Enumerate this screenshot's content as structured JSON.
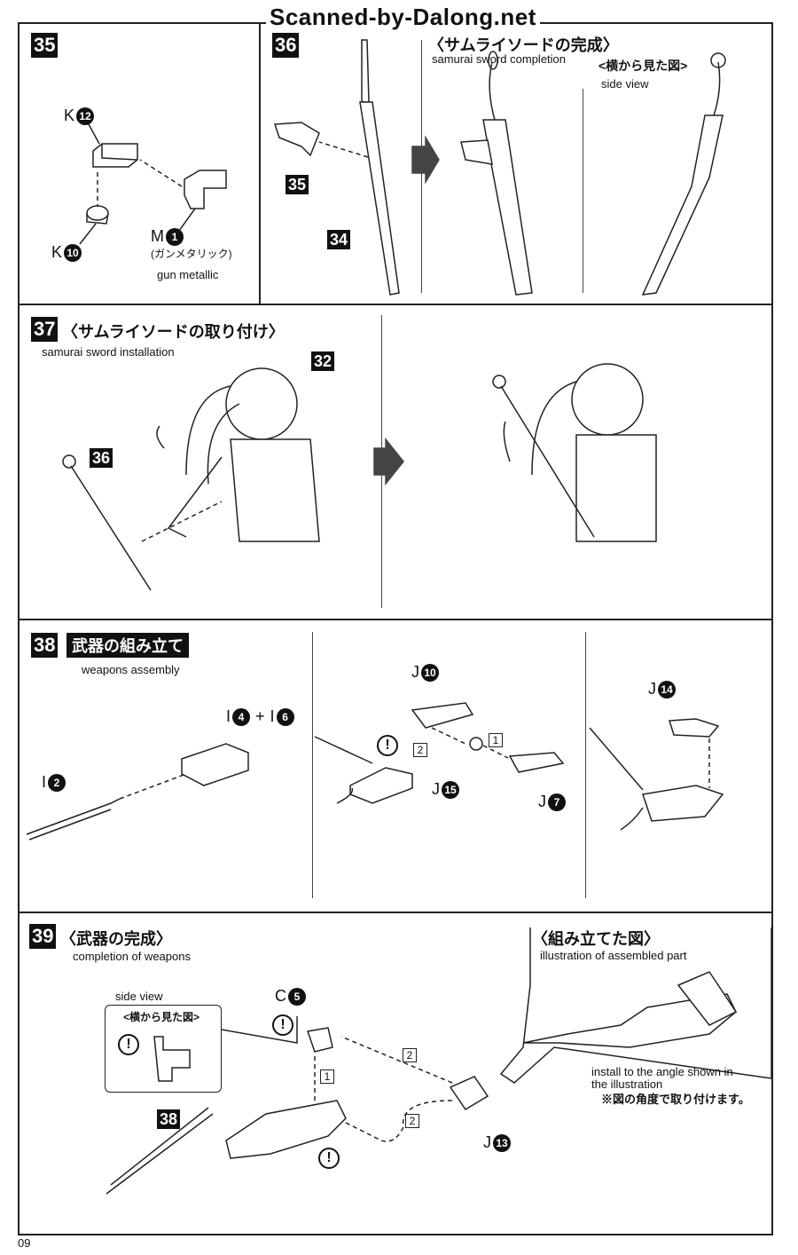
{
  "watermark": "Scanned-by-Dalong.net",
  "page_number": "09",
  "steps": {
    "s35": {
      "number": "35",
      "parts": {
        "k12": {
          "letter": "K",
          "num": "12"
        },
        "k10": {
          "letter": "K",
          "num": "10"
        },
        "m1": {
          "letter": "M",
          "num": "1"
        }
      },
      "color_jp": "(ガンメタリック)",
      "color_en": "gun metallic"
    },
    "s36": {
      "number": "36",
      "title_jp": "〈サムライソードの完成〉",
      "title_en": "samurai sword completion",
      "side_jp": "<横から見た図>",
      "side_en": "side view",
      "tags": [
        "35",
        "34"
      ]
    },
    "s37": {
      "number": "37",
      "title_jp": "〈サムライソードの取り付け〉",
      "title_en": "samurai sword installation",
      "tags": [
        "32",
        "36"
      ]
    },
    "s38": {
      "number": "38",
      "title_jp": "武器の組み立て",
      "title_en": "weapons assembly",
      "parts": {
        "i4": {
          "letter": "I",
          "num": "4"
        },
        "plus": "+",
        "i6": {
          "letter": "I",
          "num": "6"
        },
        "i2": {
          "letter": "I",
          "num": "2"
        },
        "j10": {
          "letter": "J",
          "num": "10"
        },
        "j15": {
          "letter": "J",
          "num": "15"
        },
        "j7": {
          "letter": "J",
          "num": "7"
        },
        "j14": {
          "letter": "J",
          "num": "14"
        }
      },
      "order": [
        "1",
        "2"
      ]
    },
    "s39": {
      "number": "39",
      "title_jp": "〈武器の完成〉",
      "title_en": "completion of weapons",
      "side_en": "side view",
      "side_jp": "<横から見た図>",
      "parts": {
        "c5": {
          "letter": "C",
          "num": "5"
        },
        "j13": {
          "letter": "J",
          "num": "13"
        }
      },
      "tag": "38",
      "order": [
        "1",
        "2",
        "2"
      ],
      "assembled_jp": "〈組み立てた図〉",
      "assembled_en": "illustration of assembled part",
      "note_en": "install to the angle shown in the illustration",
      "note_jp": "※図の角度で取り付けます。"
    },
    "caution": "!"
  }
}
